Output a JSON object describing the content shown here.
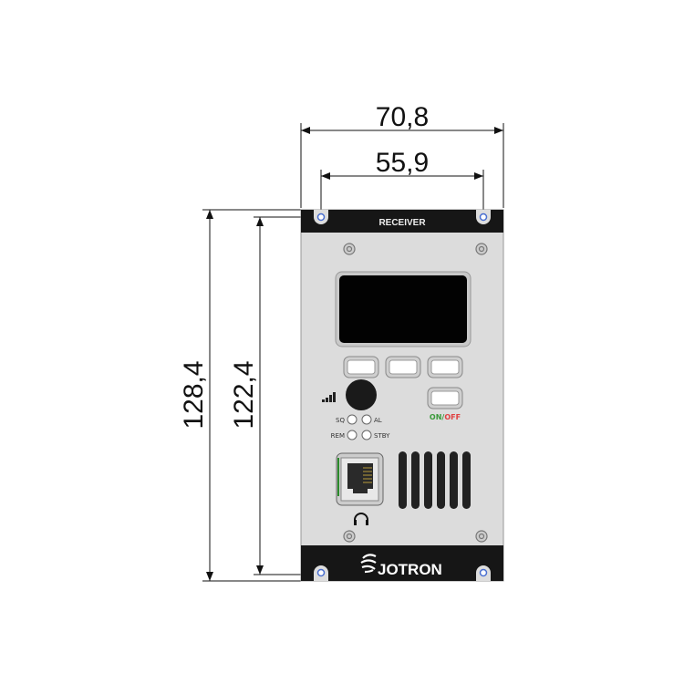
{
  "dimensions": {
    "overall_width": "70,8",
    "hole_spacing_width": "55,9",
    "overall_height": "128,4",
    "hole_spacing_height": "122,4"
  },
  "panel": {
    "title": "RECEIVER",
    "brand": "JOTRON",
    "led_labels": {
      "sq": "SQ",
      "al": "AL",
      "rem": "REM",
      "stby": "STBY"
    },
    "power_label_on": "ON/",
    "power_label_off": "OFF"
  },
  "colors": {
    "on": "#3a9a3a",
    "off": "#e04040",
    "panel": "#dcdcdc",
    "band": "#161616"
  }
}
